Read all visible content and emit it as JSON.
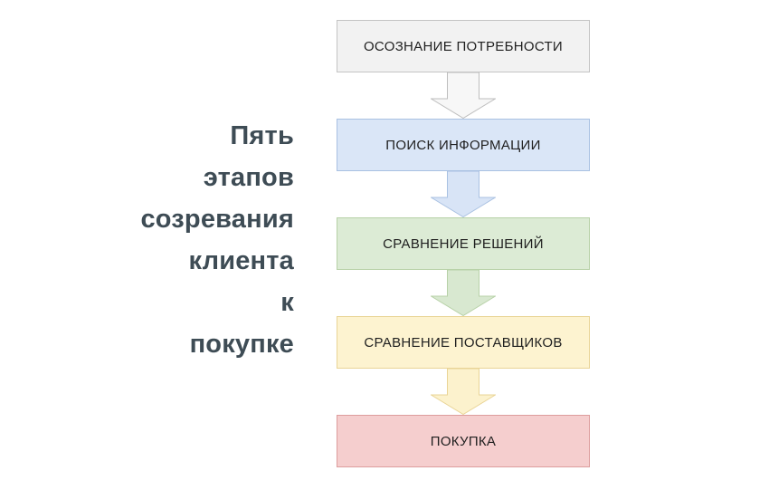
{
  "title": {
    "full_text": "Пять этапов созревания клиента к покупке",
    "lines": [
      "Пять",
      "этапов",
      "созревания",
      "клиента",
      "к",
      "покупке"
    ],
    "color": "#3e4c55"
  },
  "flow": {
    "box_text_color": "#1f1f1f",
    "stages": [
      {
        "label": "ОСОЗНАНИЕ ПОТРЕБНОСТИ",
        "fill": "#f2f2f2",
        "border": "#c4c4c4",
        "arrow_fill": "#f7f7f7",
        "arrow_border": "#bdbdbd"
      },
      {
        "label": "ПОИСК ИНФОРМАЦИИ",
        "fill": "#dae6f7",
        "border": "#a9c1e2",
        "arrow_fill": "#d8e4f6",
        "arrow_border": "#a9c1e2"
      },
      {
        "label": "СРАВНЕНИЕ РЕШЕНИЙ",
        "fill": "#dcebd5",
        "border": "#b7d1a7",
        "arrow_fill": "#d8e8d0",
        "arrow_border": "#b7d1a7"
      },
      {
        "label": "СРАВНЕНИЕ ПОСТАВЩИКОВ",
        "fill": "#fdf3d0",
        "border": "#e9d496",
        "arrow_fill": "#fcf2cd",
        "arrow_border": "#e9d496"
      },
      {
        "label": "ПОКУПКА",
        "fill": "#f5cece",
        "border": "#dd9d9d"
      }
    ],
    "background": "#ffffff"
  }
}
